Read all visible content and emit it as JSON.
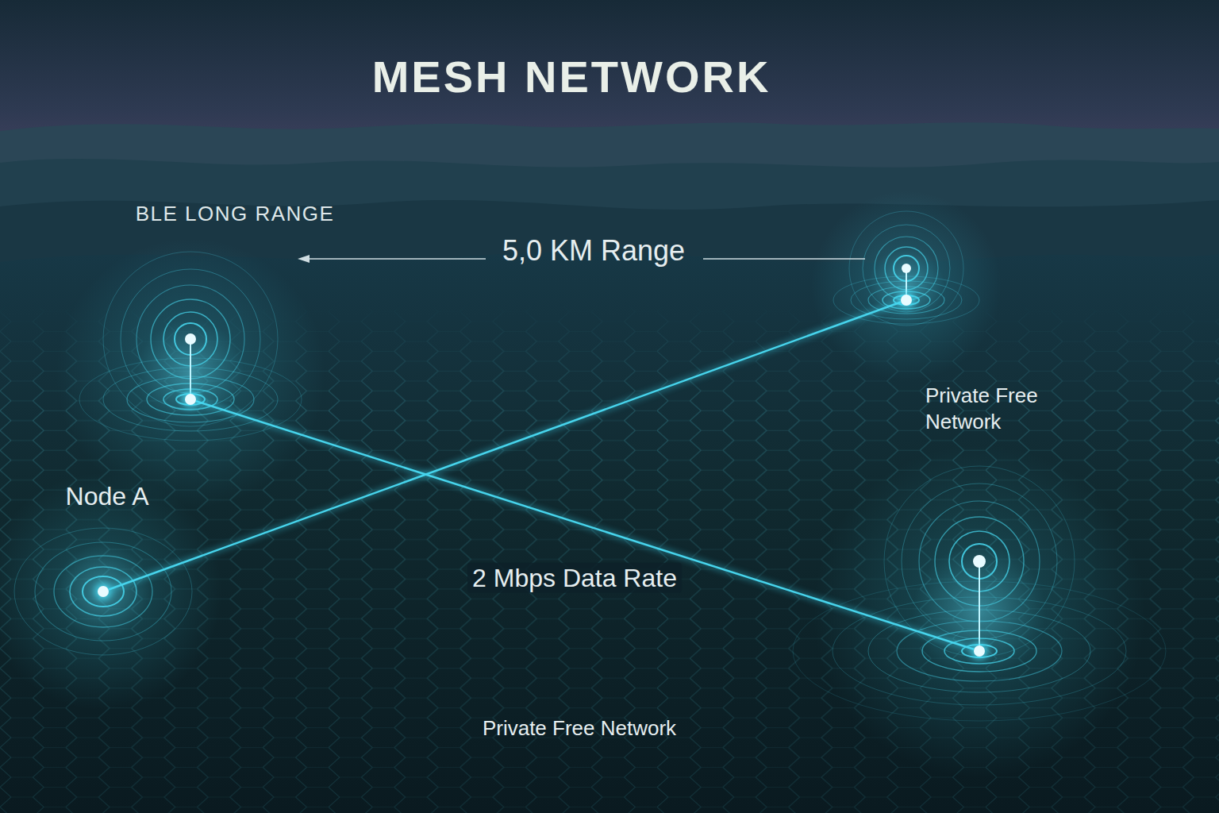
{
  "diagram": {
    "title": "MESH NETWORK",
    "nodes": [
      {
        "text": [
          "BLE LONG RANGE"
        ]
      },
      {
        "text": []
      },
      {
        "text": [
          "Node A"
        ]
      },
      {
        "text": []
      }
    ],
    "edges": [
      {
        "from": 2,
        "to": 1,
        "arrow": "none"
      },
      {
        "from": 0,
        "to": 3,
        "arrow": "none",
        "label": "2 Mbps Data Rate"
      }
    ],
    "labels": [
      "5,0 KM Range",
      "Private Free Network",
      "Private Free Network"
    ]
  }
}
